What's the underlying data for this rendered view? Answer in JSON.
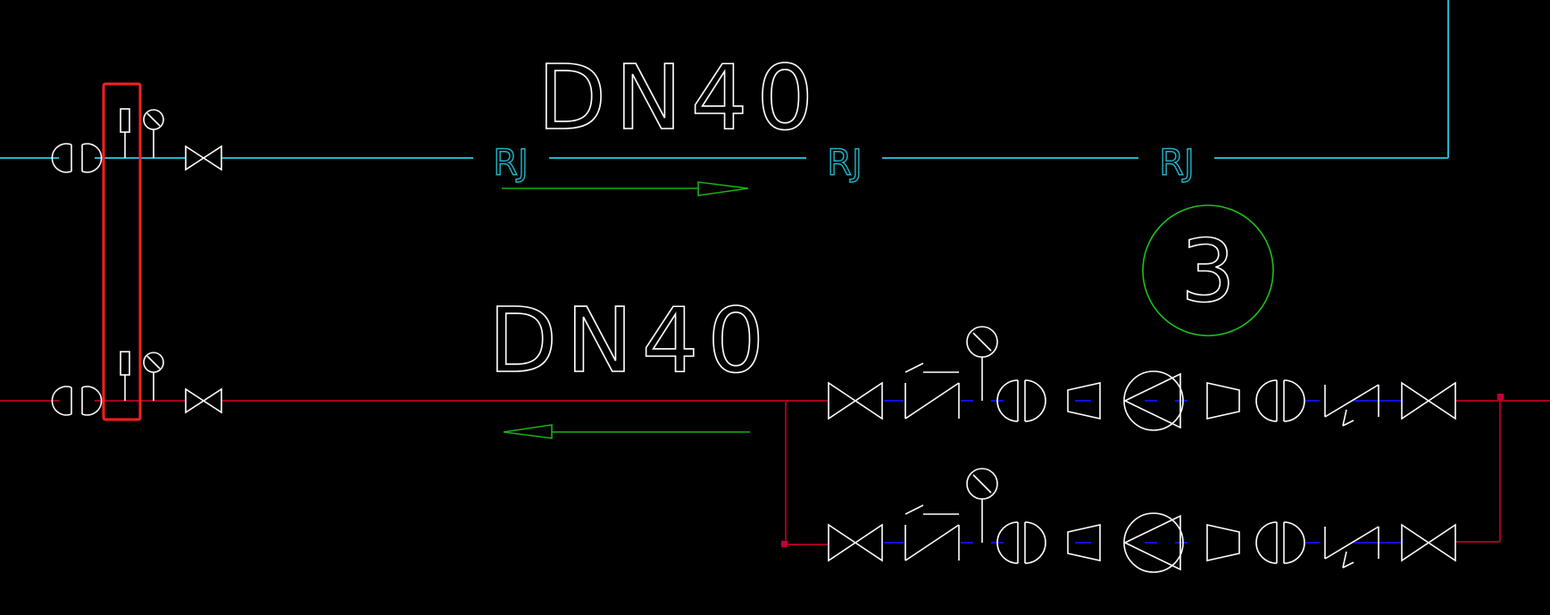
{
  "drawing": {
    "background": "#000000",
    "colors": {
      "supply_pipe": "#1fb5c9",
      "return_pipe": "#a1001e",
      "pump_branch": "#1010d8",
      "symbol": "#ffffff",
      "arrow": "#18b018",
      "highlight": "#ff1f1f",
      "tag_circle": "#1cc21c",
      "node": "#c0003a"
    },
    "supply_label": "DN40",
    "return_label": "DN40",
    "pipe_tags": [
      "RJ",
      "RJ",
      "RJ"
    ],
    "tag_number": "3"
  }
}
